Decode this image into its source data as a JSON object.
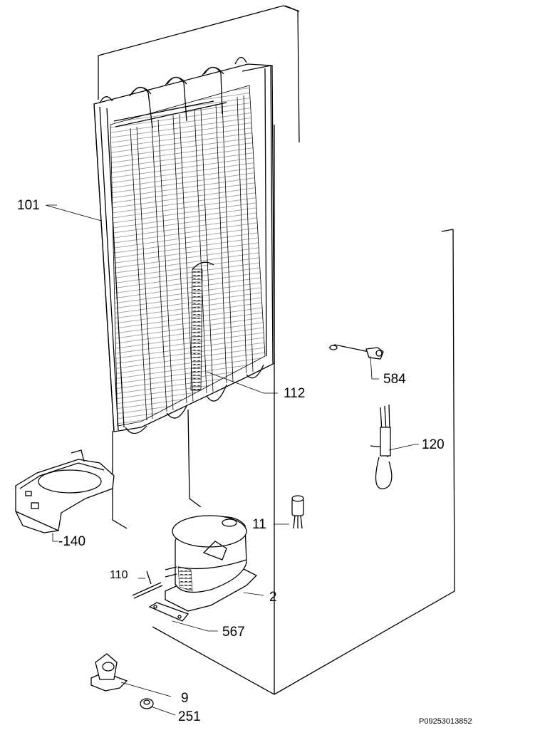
{
  "labels": {
    "p101": "101",
    "p112": "112",
    "p584": "584",
    "p120": "120",
    "p140": "-140",
    "p11": "11",
    "p110": "110",
    "p2": "2",
    "p567": "567",
    "p9": "9",
    "p251": "251"
  },
  "drawing_code": "P09253013852"
}
